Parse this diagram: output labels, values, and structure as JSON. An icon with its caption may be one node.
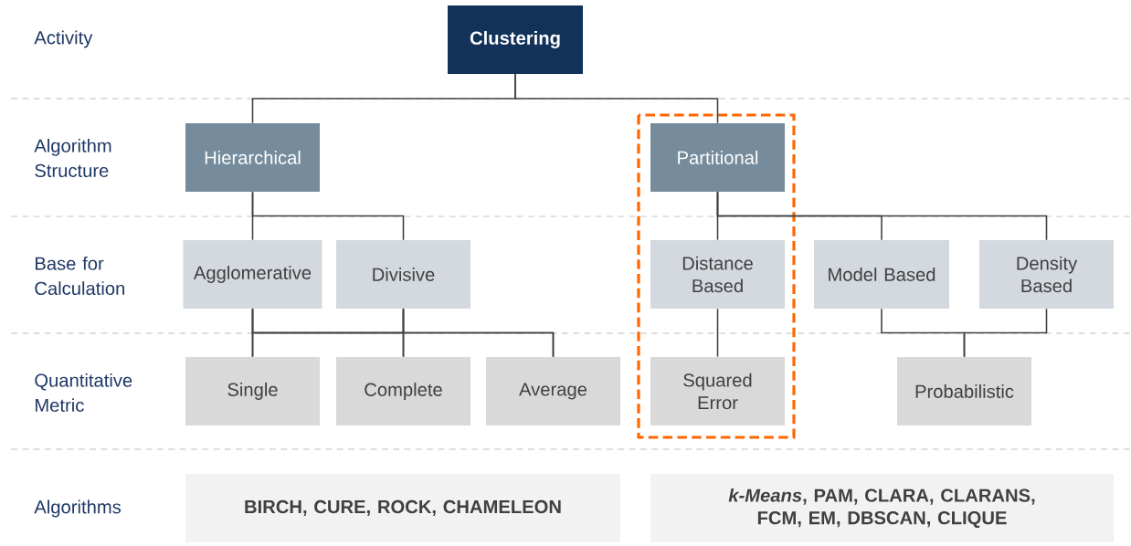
{
  "diagram": {
    "nodes": [
      {
        "text": [
          "Clustering"
        ]
      },
      {
        "text": [
          "Hierarchical"
        ]
      },
      {
        "text": [
          "Partitional"
        ]
      },
      {
        "text": [
          "Agglomerative"
        ]
      },
      {
        "text": [
          "Divisive"
        ]
      },
      {
        "text": [
          "Distance Based"
        ]
      },
      {
        "text": [
          "Model Based"
        ]
      },
      {
        "text": [
          "Density Based"
        ]
      },
      {
        "text": [
          "Single"
        ]
      },
      {
        "text": [
          "Complete"
        ]
      },
      {
        "text": [
          "Average"
        ]
      },
      {
        "text": [
          "Squared Error"
        ]
      },
      {
        "text": [
          "Probabilistic"
        ]
      },
      {
        "text": [
          "BIRCH, CURE, ROCK, CHAMELEON"
        ]
      },
      {
        "text": [
          "*k-Means*, PAM, CLARA, CLARANS, FCM, EM, DBSCAN, CLIQUE"
        ]
      }
    ],
    "edges": [
      {
        "from": 0,
        "to": 1,
        "arrow": "none"
      },
      {
        "from": 0,
        "to": 2,
        "arrow": "none"
      },
      {
        "from": 1,
        "to": 3,
        "arrow": "none"
      },
      {
        "from": 1,
        "to": 4,
        "arrow": "none"
      },
      {
        "from": 2,
        "to": 5,
        "arrow": "none"
      },
      {
        "from": 2,
        "to": 6,
        "arrow": "none"
      },
      {
        "from": 2,
        "to": 7,
        "arrow": "none"
      },
      {
        "from": 3,
        "to": 8,
        "arrow": "none"
      },
      {
        "from": 3,
        "to": 9,
        "arrow": "none"
      },
      {
        "from": 3,
        "to": 10,
        "arrow": "none"
      },
      {
        "from": 4,
        "to": 8,
        "arrow": "none"
      },
      {
        "from": 4,
        "to": 9,
        "arrow": "none"
      },
      {
        "from": 4,
        "to": 10,
        "arrow": "none"
      },
      {
        "from": 5,
        "to": 11,
        "arrow": "none"
      },
      {
        "from": 6,
        "to": 12,
        "arrow": "none"
      },
      {
        "from": 7,
        "to": 12,
        "arrow": "none"
      }
    ],
    "labels": [
      "Activity",
      "Algorithm Structure",
      "Base for Calculation",
      "Quantitative Metric",
      "Algorithms"
    ]
  }
}
